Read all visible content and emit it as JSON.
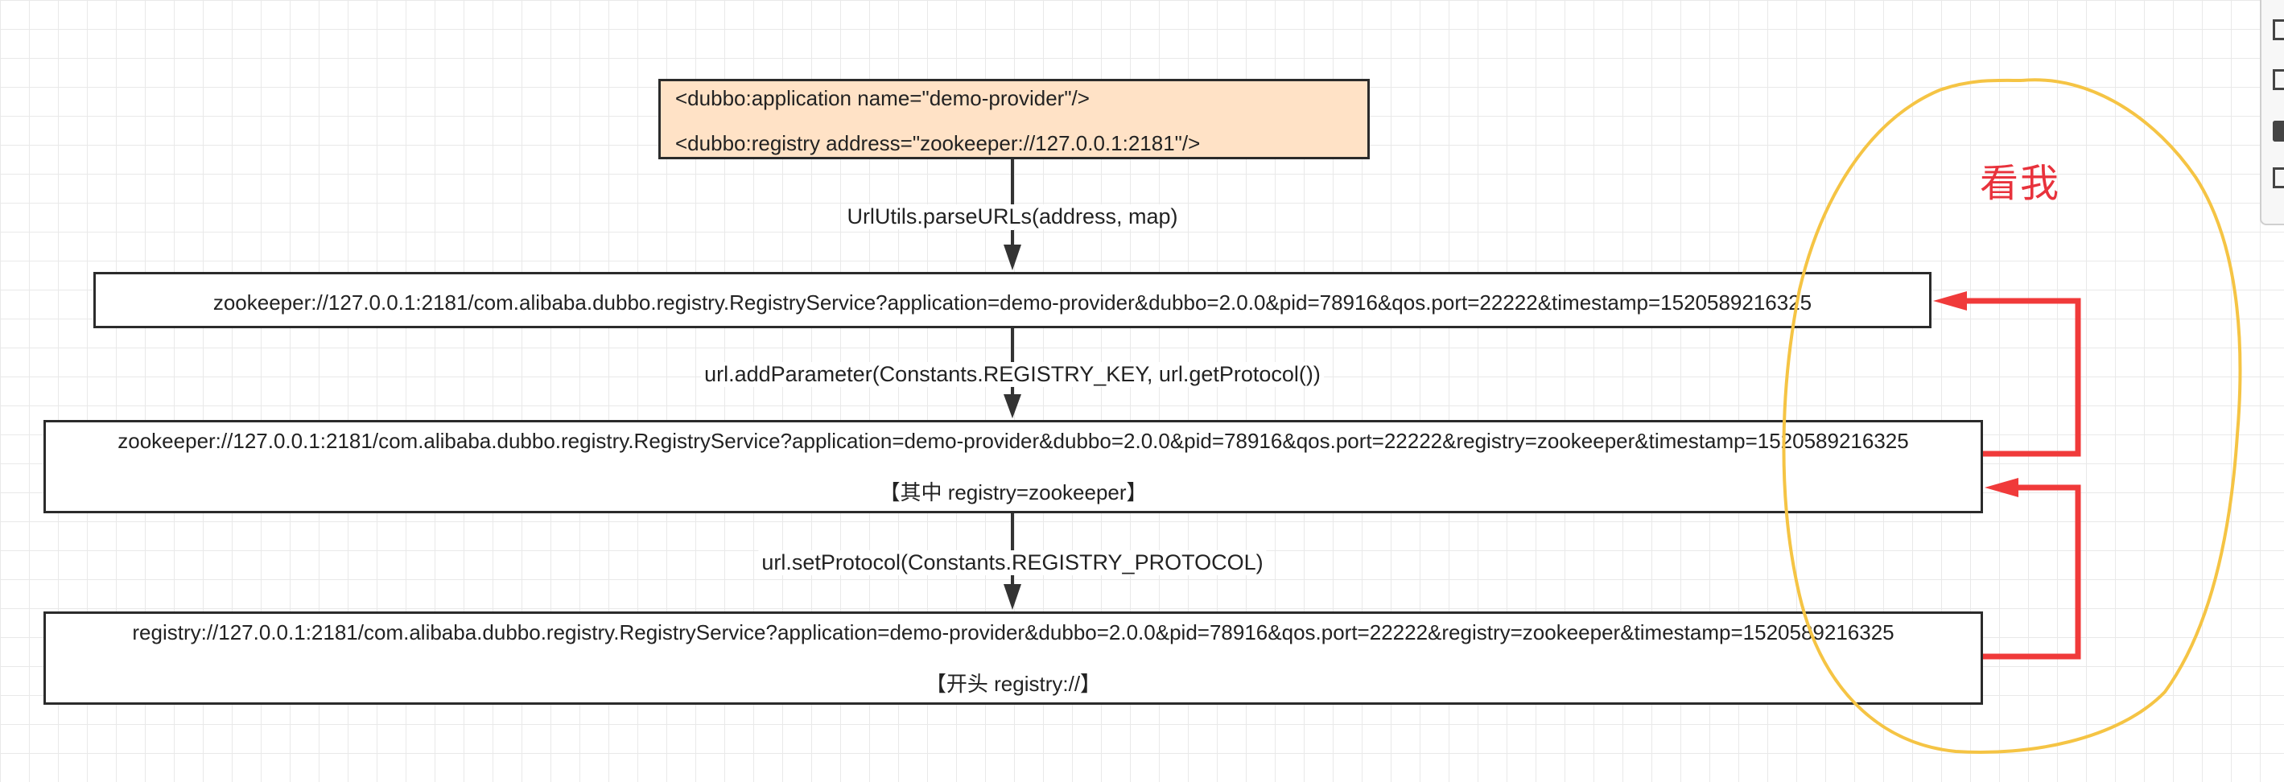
{
  "nodes": {
    "config": {
      "line1": "<dubbo:application name=\"demo-provider\"/>",
      "line2": "<dubbo:registry address=\"zookeeper://127.0.0.1:2181\"/>"
    },
    "zk_url": {
      "line1": "zookeeper://127.0.0.1:2181/com.alibaba.dubbo.registry.RegistryService?application=demo-provider&dubbo=2.0.0&pid=78916&qos.port=22222&timestamp=1520589216325"
    },
    "zk_registry_url": {
      "line1": "zookeeper://127.0.0.1:2181/com.alibaba.dubbo.registry.RegistryService?application=demo-provider&dubbo=2.0.0&pid=78916&qos.port=22222&registry=zookeeper&timestamp=1520589216325",
      "line2": "【其中 registry=zookeeper】"
    },
    "registry_url": {
      "line1": "registry://127.0.0.1:2181/com.alibaba.dubbo.registry.RegistryService?application=demo-provider&dubbo=2.0.0&pid=78916&qos.port=22222&registry=zookeeper&timestamp=1520589216325",
      "line2": "【开头 registry://】"
    }
  },
  "edges": {
    "e1": "UrlUtils.parseURLs(address, map)",
    "e2": "url.addParameter(Constants.REGISTRY_KEY, url.getProtocol())",
    "e3": "url.setProtocol(Constants.REGISTRY_PROTOCOL)"
  },
  "annotation": {
    "text": "看我",
    "color": "#e8323c",
    "circle_color": "#f5c444",
    "arrow_color": "#f03a3a"
  },
  "colors": {
    "config_fill": "#ffe2c6",
    "box_border": "#2b2b2b",
    "arrow": "#333333"
  }
}
